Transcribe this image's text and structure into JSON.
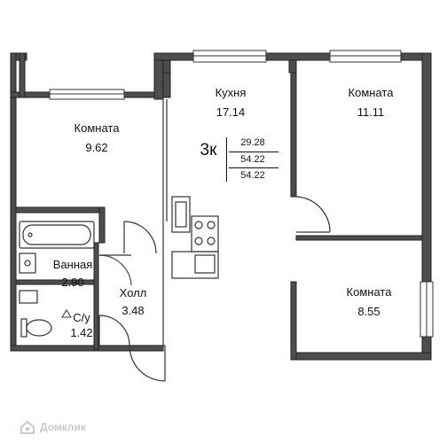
{
  "rooms": [
    {
      "id": "kitchen",
      "name": "Кухня",
      "area": "17.14"
    },
    {
      "id": "room-right",
      "name": "Комната",
      "area": "11.11"
    },
    {
      "id": "room-left",
      "name": "Комната",
      "area": "9.62"
    },
    {
      "id": "bathroom",
      "name": "Ванная",
      "area": "2.90"
    },
    {
      "id": "hall",
      "name": "Холл",
      "area": "3.48"
    },
    {
      "id": "wc",
      "name": "С/у",
      "area": "1.42"
    },
    {
      "id": "room-bottom",
      "name": "Комната",
      "area": "8.55"
    }
  ],
  "summary": {
    "rooms_label": "3к",
    "values": [
      "29.28",
      "54.22",
      "54.22"
    ]
  },
  "brand": {
    "name": "Домклик",
    "icon": "house-logo-icon"
  },
  "colors": {
    "wall": "#4d4d4d",
    "wall_edge": "#222222",
    "line": "#333333",
    "watermark": "#c9c9c9"
  }
}
